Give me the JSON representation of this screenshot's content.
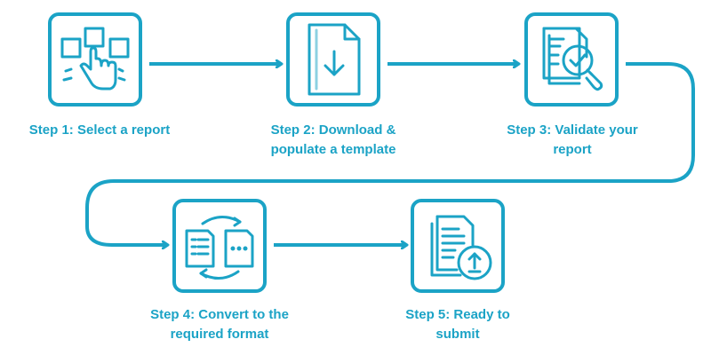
{
  "accent_color": "#1ba3c6",
  "steps": [
    {
      "label_line1": "Step 1: Select a report",
      "label_line2": "",
      "icon": "hand-selecting-report-icon"
    },
    {
      "label_line1": "Step 2: Download &",
      "label_line2": "populate a template",
      "icon": "download-document-icon"
    },
    {
      "label_line1": "Step 3: Validate your",
      "label_line2": "report",
      "icon": "document-magnifier-check-icon"
    },
    {
      "label_line1": "Step 4: Convert to the",
      "label_line2": "required format",
      "icon": "convert-documents-icon"
    },
    {
      "label_line1": "Step 5: Ready to",
      "label_line2": "submit",
      "icon": "document-upload-icon"
    }
  ]
}
